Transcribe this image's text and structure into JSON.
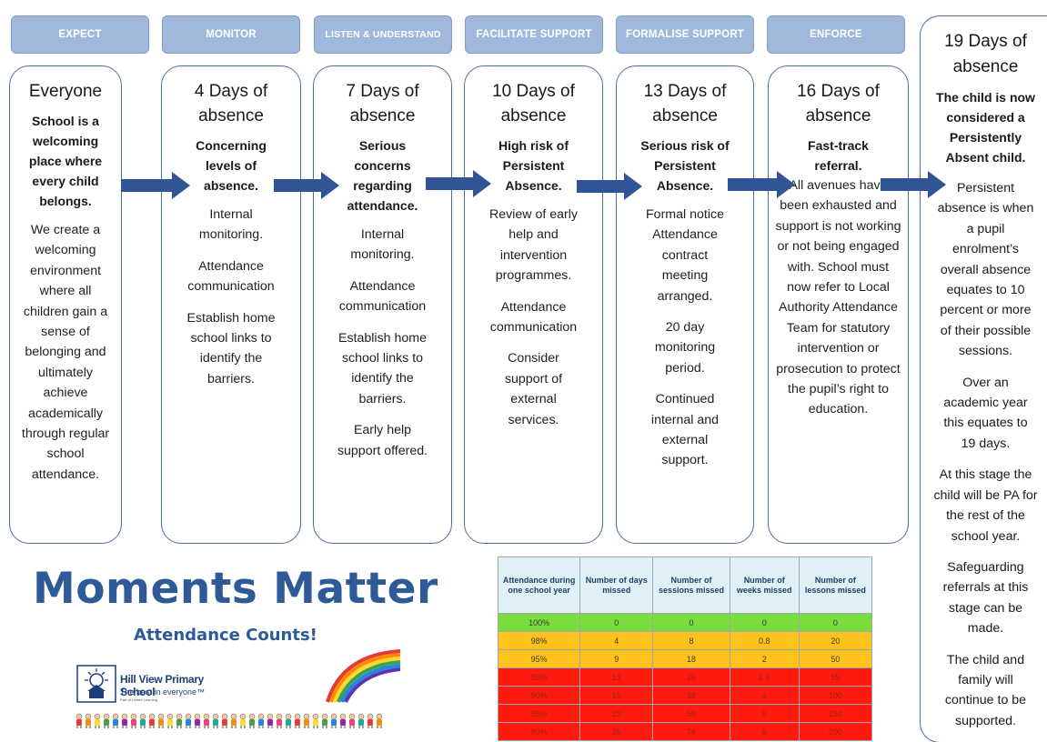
{
  "stages": [
    {
      "label": "EXPECT"
    },
    {
      "label": "MONITOR"
    },
    {
      "label": "LISTEN & UNDERSTAND"
    },
    {
      "label": "FACILITATE SUPPORT"
    },
    {
      "label": "FORMALISE SUPPORT"
    },
    {
      "label": "ENFORCE"
    }
  ],
  "cards": [
    {
      "heading": "Everyone",
      "key": "School is a welcoming place where every child belongs.",
      "body": [
        "We create a welcoming environment where all children gain a sense of belonging and ultimately achieve academically through regular school attendance."
      ]
    },
    {
      "heading": "4 Days of absence",
      "key": "Concerning levels of absence.",
      "body": [
        "Internal monitoring.",
        "Attendance communication",
        "Establish home school links to identify the barriers."
      ]
    },
    {
      "heading": "7 Days of absence",
      "key": "Serious concerns regarding attendance.",
      "body": [
        "Internal monitoring.",
        "Attendance communication",
        "Establish home school links to identify the barriers.",
        "Early help support offered."
      ]
    },
    {
      "heading": "10 Days of absence",
      "key": "High risk of Persistent Absence.",
      "body": [
        "Review of early help and intervention programmes.",
        "Attendance communication",
        "Consider support of external services."
      ]
    },
    {
      "heading": "13 Days of absence",
      "key": "Serious risk of Persistent Absence.",
      "body": [
        "Formal notice Attendance contract meeting arranged.",
        "20 day monitoring period.",
        "Continued internal and external support."
      ]
    },
    {
      "heading": "16 Days of absence",
      "key": "Fast-track referral.",
      "body": [
        "All avenues have been exhausted and support is not working or not being engaged with. School must now refer to Local Authority Attendance Team for statutory intervention or prosecution to protect the pupil’s right to education."
      ]
    },
    {
      "heading": "19 Days of absence",
      "key": "The child is now considered a Persistently Absent child.",
      "body": [
        "Persistent absence is when a pupil enrolment’s overall absence equates to 10 percent or more of their possible sessions.",
        "Over an academic year this equates to 19 days.",
        "At this stage the child will be PA for the rest of the school year.",
        "Safeguarding referrals at this stage can be made.",
        "The child and family will continue to be supported."
      ]
    }
  ],
  "branding": {
    "title": "Moments Matter",
    "subtitle": "Attendance Counts!",
    "school_name": "Hill View Primary School",
    "school_tagline": "The best in everyone™",
    "school_small": "Part of United Learning"
  },
  "table": {
    "headers": [
      "Attendance during one school year",
      "Number of days missed",
      "Number of sessions missed",
      "Number of weeks missed",
      "Number of lessons missed"
    ],
    "rows": [
      {
        "band": "green",
        "cells": [
          "100%",
          "0",
          "0",
          "0",
          "0"
        ]
      },
      {
        "band": "amber",
        "cells": [
          "98%",
          "4",
          "8",
          "0.8",
          "20"
        ]
      },
      {
        "band": "amber",
        "cells": [
          "95%",
          "9",
          "18",
          "2",
          "50"
        ]
      },
      {
        "band": "red",
        "cells": [
          "93%",
          "13",
          "26",
          "2.6",
          "65"
        ]
      },
      {
        "band": "red",
        "cells": [
          "90%",
          "19",
          "38",
          "4",
          "100"
        ]
      },
      {
        "band": "red",
        "cells": [
          "85%",
          "29",
          "58",
          "6",
          "150"
        ]
      },
      {
        "band": "red",
        "cells": [
          "80%",
          "38",
          "76",
          "8",
          "200"
        ]
      }
    ]
  },
  "colors": {
    "tab_fill": "#9fb8dc",
    "arrow": "#2f5597",
    "brand_blue": "#2e5b98",
    "band_green": "#79dd3e",
    "band_amber": "#ffc21a",
    "band_red": "#ff1a0d"
  }
}
